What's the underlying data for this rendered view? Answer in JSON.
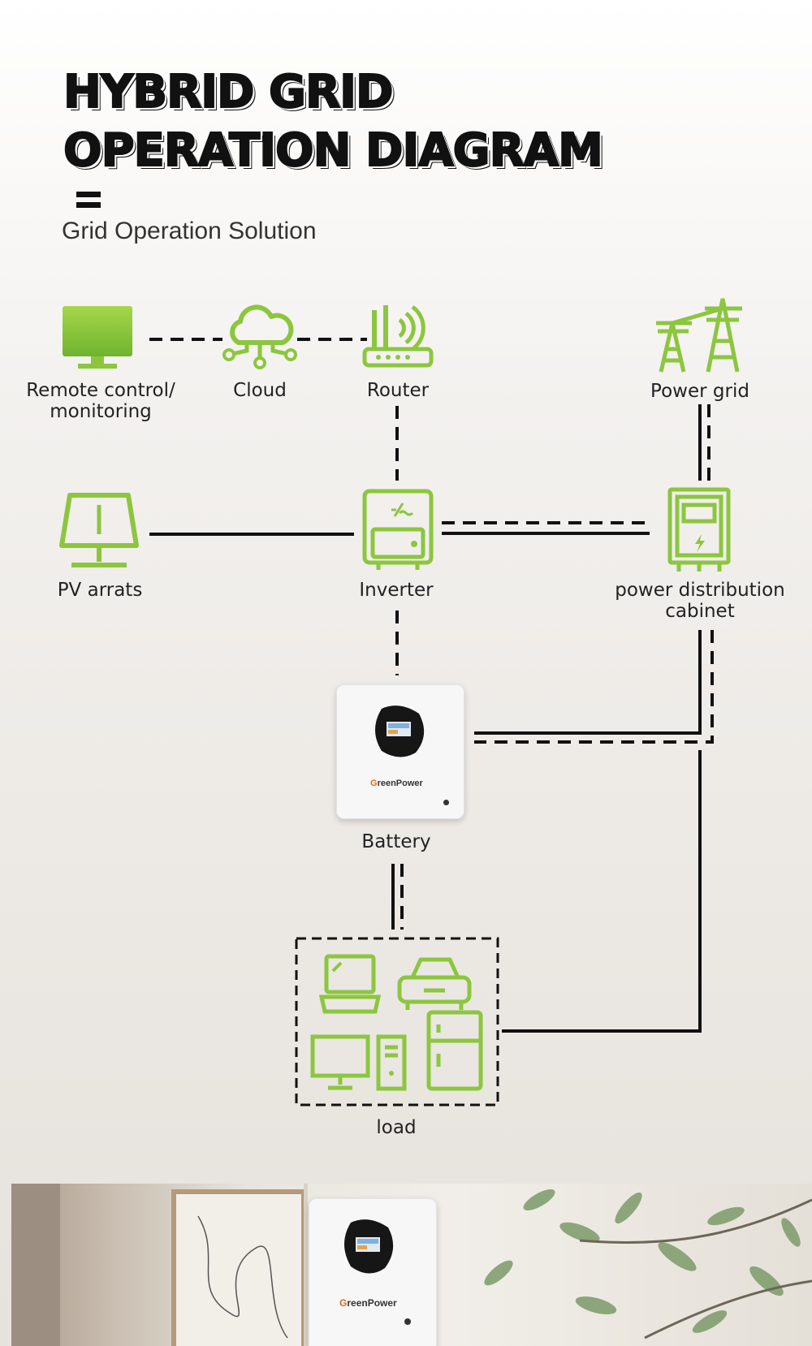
{
  "header": {
    "title_line1": "HYBRID GRID",
    "title_line2": "OPERATION DIAGRAM",
    "subtitle": "Grid Operation Solution"
  },
  "nodes": {
    "remote": "Remote control/\nmonitoring",
    "cloud": "Cloud",
    "router": "Router",
    "power_grid": "Power grid",
    "pv": "PV arrats",
    "inverter": "Inverter",
    "cabinet": "power distribution\ncabinet",
    "battery": "Battery",
    "load": "load"
  },
  "brand": {
    "logo_initial": "G",
    "logo_rest": "reenPower"
  },
  "colors": {
    "icon_green_light": "#a6d74a",
    "icon_green_dark": "#6fb32e",
    "line": "#111111"
  }
}
